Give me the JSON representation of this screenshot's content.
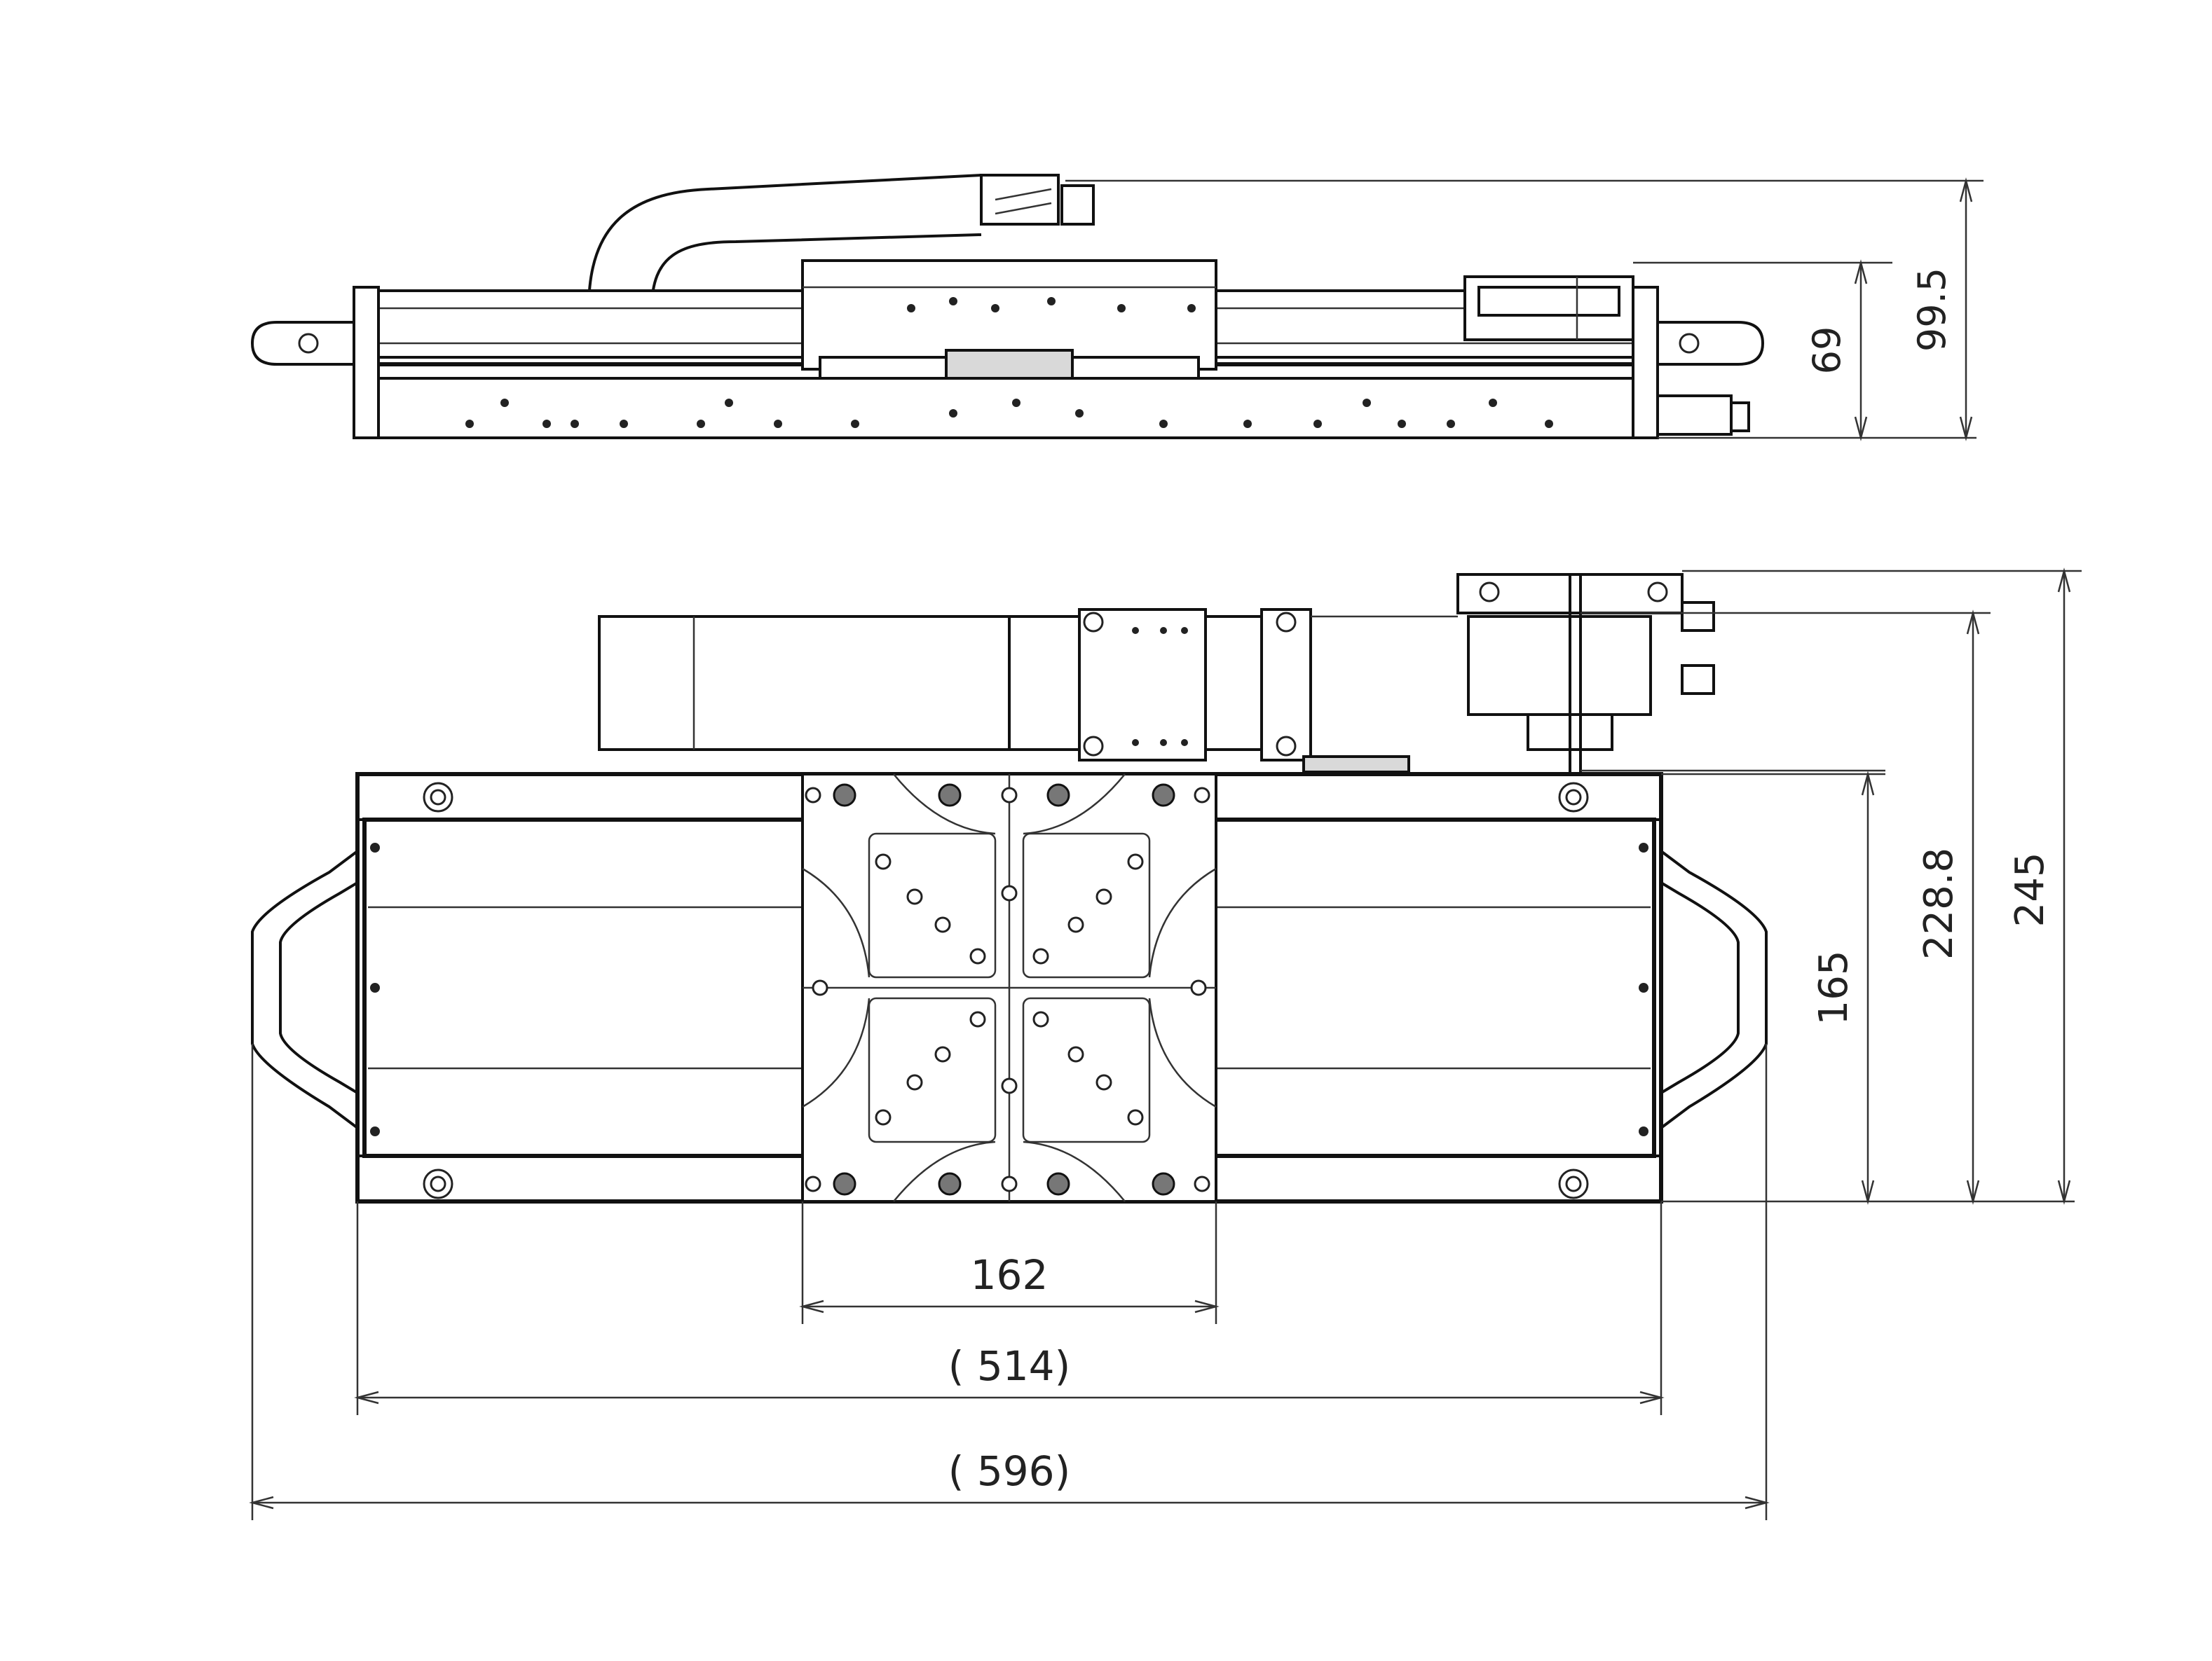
{
  "dimensions": {
    "side_height_inner": "69",
    "side_height_total": "99.5",
    "plan_height_body": "165",
    "plan_height_mid": "228.8",
    "plan_height_total": "245",
    "carriage_width": "162",
    "body_length": "( 514)",
    "overall_length": "( 596)"
  }
}
